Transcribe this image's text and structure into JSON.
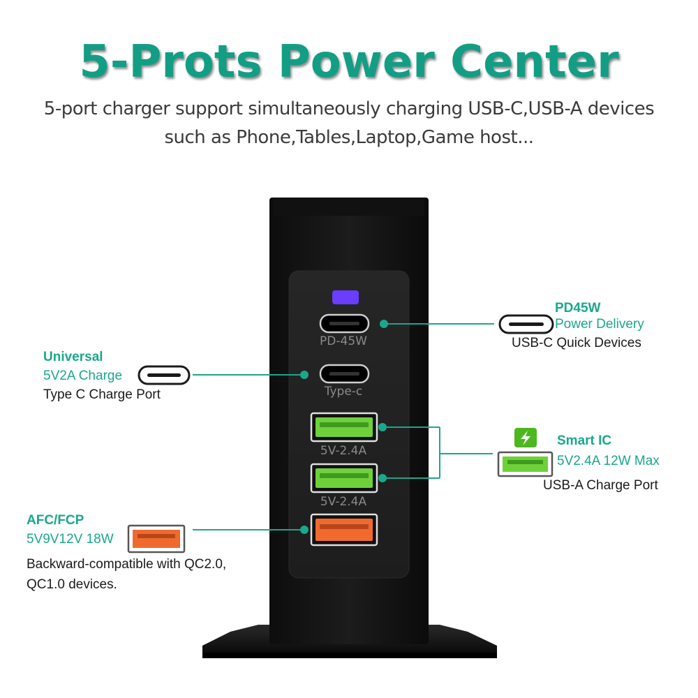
{
  "header": {
    "title": "5-Prots Power Center",
    "subtitle_line1": "5-port charger support simultaneously charging USB-C,USB-A devices",
    "subtitle_line2": "such as Phone,Tables,Laptop,Game host..."
  },
  "device_ports": {
    "pd": "PD-45W",
    "typec": "Type-c",
    "usba1": "5V-2.4A",
    "usba2": "5V-2.4A"
  },
  "callouts": {
    "pd45w": {
      "title": "PD45W",
      "line2": "Power Delivery",
      "line3": "USB-C Quick Devices"
    },
    "universal": {
      "title": "Universal",
      "line2": "5V2A Charge",
      "line3": "Type C Charge Port"
    },
    "smartic": {
      "title": "Smart IC",
      "line2": "5V2.4A 12W Max",
      "line3": "USB-A Charge Port"
    },
    "afc": {
      "title": "AFC/FCP",
      "line2": "5V9V12V 18W",
      "line3": "Backward-compatible with QC2.0,",
      "line4": "QC1.0 devices."
    }
  },
  "colors": {
    "accent": "#1aa78c",
    "usb_green": "#6fd13a",
    "usb_orange": "#f06a2e",
    "led": "#6a3dff"
  }
}
